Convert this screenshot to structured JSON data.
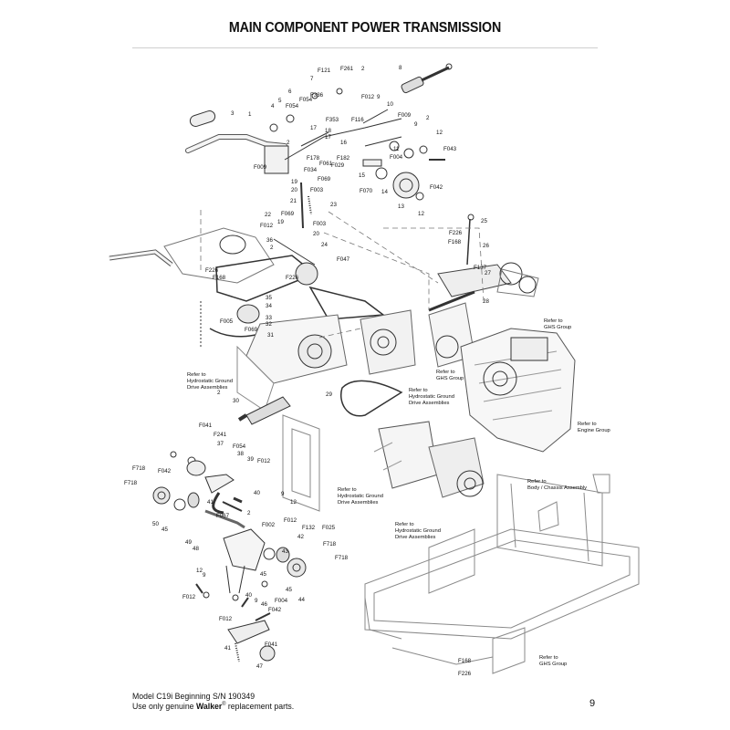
{
  "page": {
    "title": "MAIN COMPONENT POWER TRANSMISSION",
    "page_number": "9"
  },
  "footer": {
    "model_line": "Model C19i Beginning S/N 190349",
    "use_prefix": "Use only genuine ",
    "brand": "Walker",
    "registered": "®",
    "use_suffix": " replacement parts."
  },
  "callouts": {
    "c_f121": "F121",
    "c_f261": "F261",
    "c_2a": "2",
    "c_7": "7",
    "c_8": "8",
    "c_6": "6",
    "c_f336": "F336",
    "c_f054a": "F054",
    "c_5": "5",
    "c_f054b": "F054",
    "c_4": "4",
    "c_3": "3",
    "c_1": "1",
    "c_f012a": "F012",
    "c_9a": "9",
    "c_10": "10",
    "c_f009a": "F009",
    "c_2b": "2",
    "c_9b": "9",
    "c_12a": "12",
    "c_f353": "F353",
    "c_f116": "F116",
    "c_17a": "17",
    "c_18": "18",
    "c_17b": "17",
    "c_16": "16",
    "c_2c": "2",
    "c_11": "11",
    "c_f043": "F043",
    "c_f004": "F004",
    "c_f182": "F182",
    "c_f029": "F029",
    "c_f178": "F178",
    "c_f061": "F061",
    "c_f009b": "F009",
    "c_f034": "F034",
    "c_15": "15",
    "c_19": "19",
    "c_f069a": "F069",
    "c_20a": "20",
    "c_f003a": "F003",
    "c_f070": "F070",
    "c_14": "14",
    "c_13": "13",
    "c_f042a": "F042",
    "c_12b": "12",
    "c_21": "21",
    "c_23": "23",
    "c_22": "22",
    "c_f069b": "F069",
    "c_f012b": "F012",
    "c_19b": "19",
    "c_f003b": "F003",
    "c_20b": "20",
    "c_36": "36",
    "c_2d": "2",
    "c_24": "24",
    "c_f047": "F047",
    "c_f226a": "F226",
    "c_f168a": "F168",
    "c_f226b": "F226",
    "c_25": "25",
    "c_f226c": "F226",
    "c_f168b": "F168",
    "c_26": "26",
    "c_f137": "F137",
    "c_27": "27",
    "c_28": "28",
    "c_35": "35",
    "c_34": "34",
    "c_33": "33",
    "c_f005": "F005",
    "c_32": "32",
    "c_f069c": "F069",
    "c_31": "31",
    "c_2e": "2",
    "c_30": "30",
    "c_29": "29",
    "c_f041a": "F041",
    "c_f241": "F241",
    "c_37": "37",
    "c_f054c": "F054",
    "c_38": "38",
    "c_39": "39",
    "c_f012c": "F012",
    "c_f718a": "F718",
    "c_f042b": "F042",
    "c_f718b": "F718",
    "c_40a": "40",
    "c_9c": "9",
    "c_12c": "12",
    "c_41a": "41",
    "c_50": "50",
    "c_45a": "45",
    "c_f067": "F067",
    "c_2f": "2",
    "c_f002": "F002",
    "c_f012d": "F012",
    "c_f132": "F132",
    "c_f025": "F025",
    "c_42": "42",
    "c_49": "49",
    "c_48": "48",
    "c_43": "43",
    "c_f718c": "F718",
    "c_f718d": "F718",
    "c_45b": "45",
    "c_45c": "45",
    "c_44": "44",
    "c_12d": "12",
    "c_9d": "9",
    "c_f012e": "F012",
    "c_f004b": "F004",
    "c_40b": "40",
    "c_9e": "9",
    "c_46": "46",
    "c_f042c": "F042",
    "c_f012f": "F012",
    "c_41b": "41",
    "c_f041b": "F041",
    "c_47": "47",
    "c_f168c": "F168",
    "c_f226d": "F226"
  },
  "references": {
    "ghs1": [
      "Refer to",
      "GHS Group"
    ],
    "hydro1": [
      "Refer to",
      "Hydrostatic Ground",
      "Drive Assemblies"
    ],
    "ghs2": [
      "Refer to",
      "GHS Group"
    ],
    "hydro2": [
      "Refer to",
      "Hydrostatic Ground",
      "Drive Assemblies"
    ],
    "engine": [
      "Refer to",
      "Engine Group"
    ],
    "body": [
      "Refer to",
      "Body / Chassis Assembly"
    ],
    "hydro3": [
      "Refer to",
      "Hydrostatic Ground",
      "Drive Assemblies"
    ],
    "hydro4": [
      "Refer to",
      "Hydrostatic Ground",
      "Drive Assemblies"
    ],
    "ghs3": [
      "Refer to",
      "GHS Group"
    ]
  }
}
